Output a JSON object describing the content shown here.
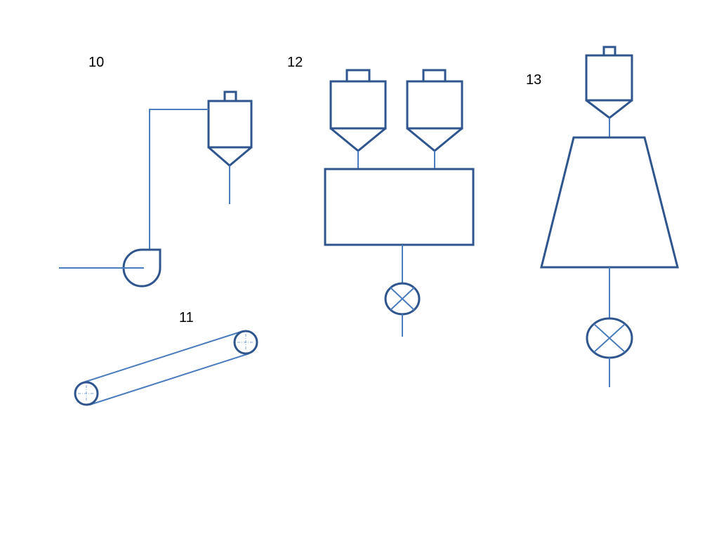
{
  "labels": {
    "fig10": "10",
    "fig11": "11",
    "fig12": "12",
    "fig13": "13"
  },
  "colors": {
    "outline": "#2f558f",
    "line": "#4a7dbd"
  }
}
